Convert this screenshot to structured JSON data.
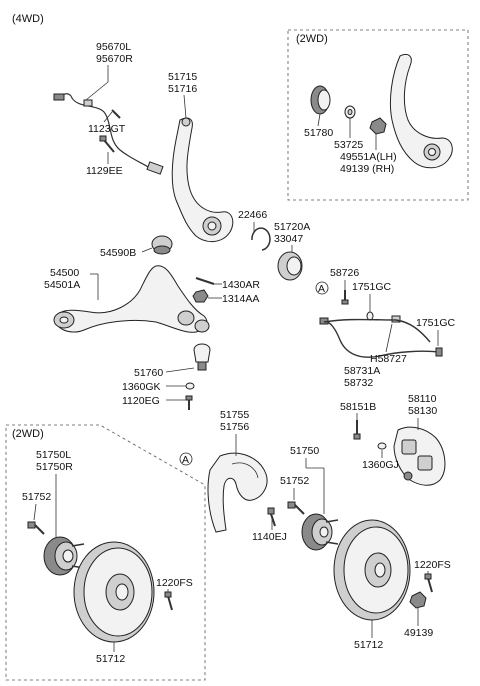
{
  "diagram": {
    "title": "(4WD)",
    "box_2wd_top": {
      "title": "(2WD)"
    },
    "box_2wd_bottom": {
      "title": "(2WD)"
    },
    "labels": {
      "l_95670L": "95670L",
      "l_95670R": "95670R",
      "l_1123GT": "1123GT",
      "l_1129EE": "1129EE",
      "l_51715": "51715",
      "l_51716": "51716",
      "l_51780": "51780",
      "l_53725": "53725",
      "l_49551A": "49551A(LH)",
      "l_49139RH": "49139 (RH)",
      "l_22466": "22466",
      "l_51720A": "51720A",
      "l_33047": "33047",
      "l_54590B": "54590B",
      "l_54500": "54500",
      "l_54501A": "54501A",
      "l_1430AR": "1430AR",
      "l_1314AA": "1314AA",
      "l_58726": "58726",
      "l_1751GC_a": "1751GC",
      "l_1751GC_b": "1751GC",
      "l_H58727": "H58727",
      "l_58731A": "58731A",
      "l_58732": "58732",
      "l_51760": "51760",
      "l_1360GK": "1360GK",
      "l_1120EG": "1120EG",
      "l_51755": "51755",
      "l_51756": "51756",
      "l_58151B": "58151B",
      "l_58110": "58110",
      "l_58130": "58130",
      "l_1360GJ": "1360GJ",
      "l_51750L": "51750L",
      "l_51750R": "51750R",
      "l_51752_a": "51752",
      "l_51750": "51750",
      "l_51752_b": "51752",
      "l_1140EJ": "1140EJ",
      "l_1220FS_a": "1220FS",
      "l_1220FS_b": "1220FS",
      "l_51712_a": "51712",
      "l_51712_b": "51712",
      "l_49139": "49139"
    },
    "callouts": {
      "a1": "A",
      "a2": "A"
    }
  }
}
